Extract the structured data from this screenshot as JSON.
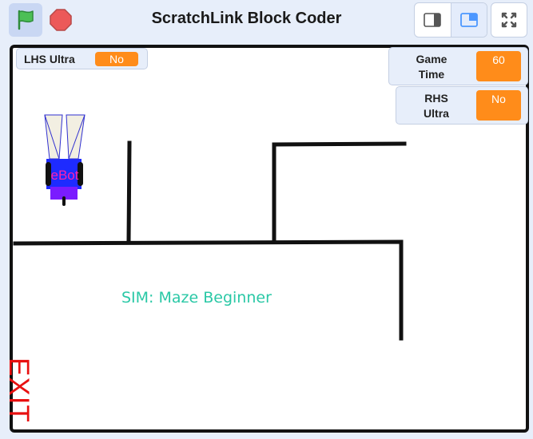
{
  "app": {
    "title": "ScratchLink Block Coder"
  },
  "icons": {
    "green_flag": "green-flag-icon",
    "stop": "stop-icon",
    "small_stage": "small-stage-layout-icon",
    "normal_stage": "normal-stage-layout-icon",
    "fullscreen": "fullscreen-icon"
  },
  "monitors": {
    "lhs_ultra": {
      "label": "LHS Ultra",
      "value": "No"
    },
    "game_time": {
      "label_line1": "Game",
      "label_line2": "Time",
      "value": "60"
    },
    "rhs_ultra": {
      "label_line1": "RHS",
      "label_line2": "Ultra",
      "value": "No"
    }
  },
  "stage": {
    "sim_title": "SIM: Maze Beginner",
    "exit_label": "EXIT",
    "robot_label": "eBot"
  },
  "colors": {
    "accent": "#ff8c1a",
    "flag": "#4cbf56",
    "stop": "#ec5959",
    "sim_text": "#2ac8a6",
    "exit": "#e81010"
  }
}
